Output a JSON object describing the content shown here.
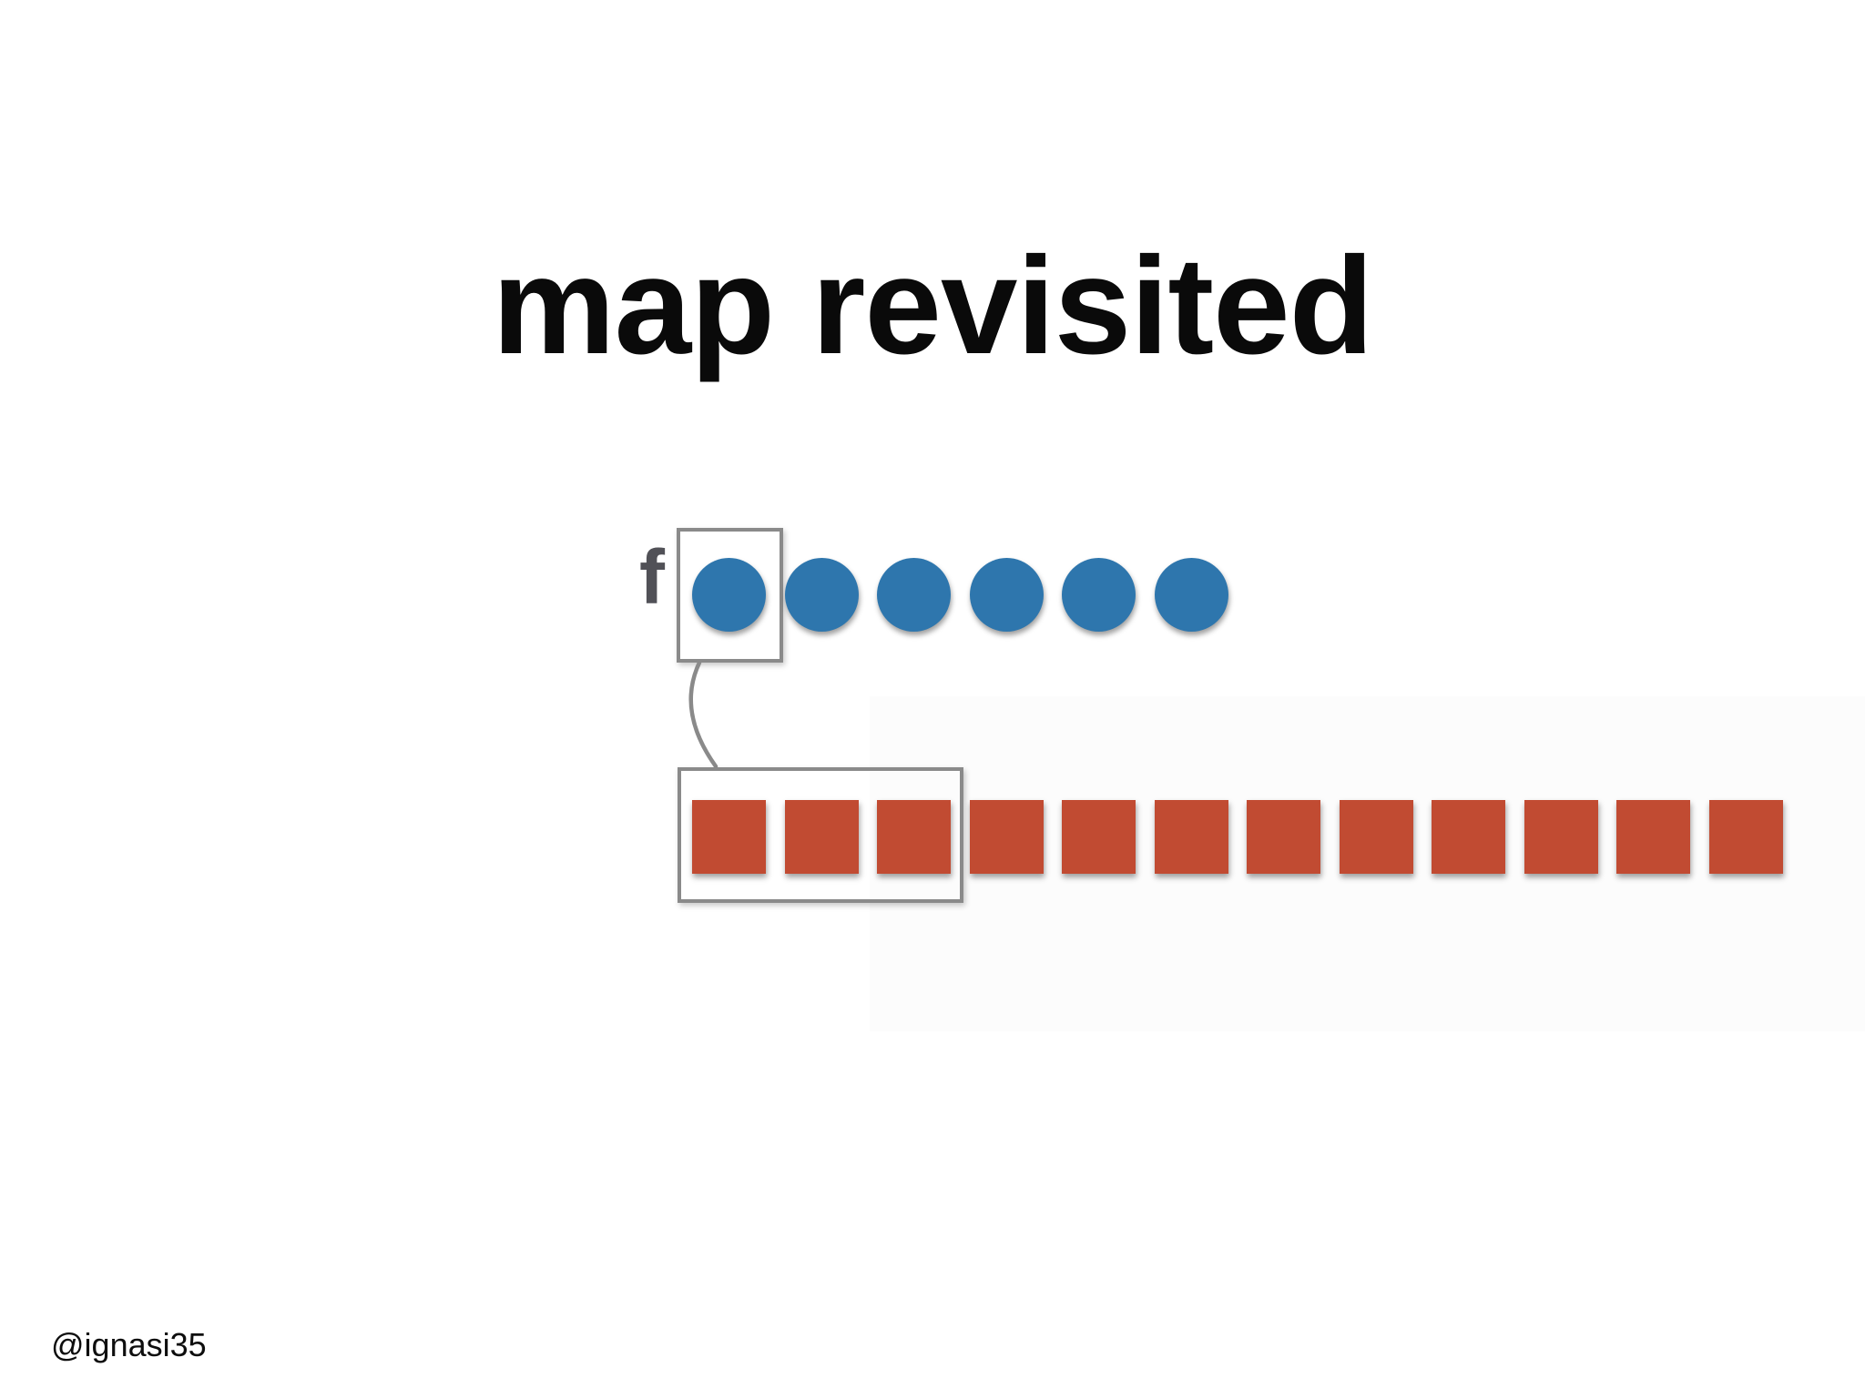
{
  "slide": {
    "title": "map revisited",
    "function_label": "f",
    "footer_handle": "@ignasi35",
    "background_color": "#ffffff",
    "title_color": "#0a0a0a",
    "label_color": "#515157"
  },
  "diagram": {
    "selection_border_color": "#8a8a8a",
    "connector_color": "#8a8a8a",
    "input_row": {
      "shape": "circle",
      "count": 6,
      "selected_count": 1,
      "color": "#2e76ad"
    },
    "output_row": {
      "shape": "square",
      "count": 12,
      "selected_count": 3,
      "color": "#c14b32"
    }
  }
}
